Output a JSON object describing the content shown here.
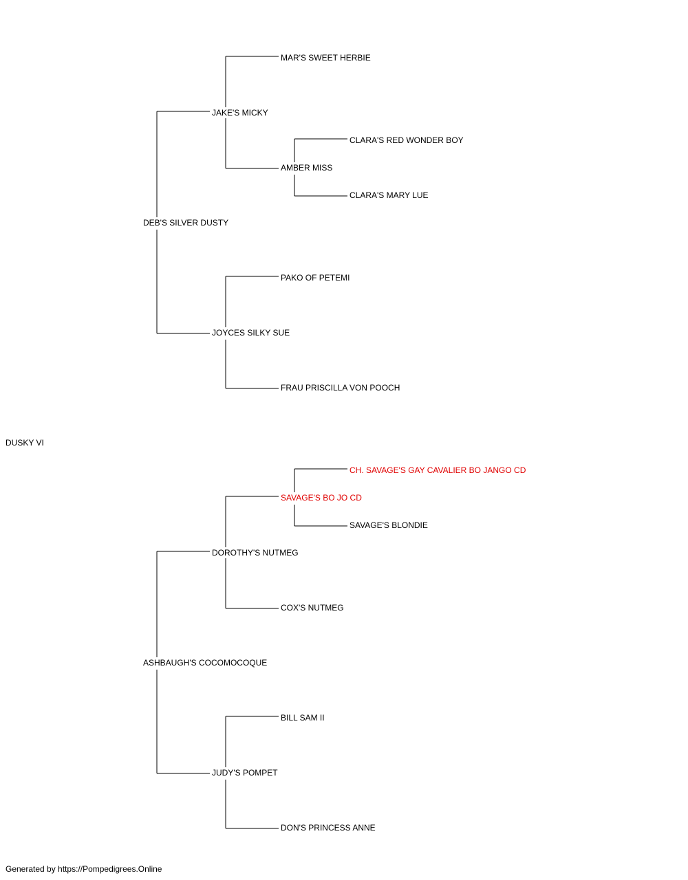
{
  "subject": "DUSKY VI",
  "sire": "DEB'S SILVER DUSTY",
  "dam": "ASHBAUGH'S COCOMOCOQUE",
  "ancestors": {
    "ss": "JAKE'S MICKY",
    "sd": "JOYCES SILKY SUE",
    "ds": "DOROTHY'S NUTMEG",
    "dd": "JUDY'S POMPET",
    "sss": "MAR'S SWEET HERBIE",
    "ssd": "AMBER MISS",
    "sds": "PAKO OF PETEMI",
    "sdd": "FRAU PRISCILLA VON POOCH",
    "dss": "SAVAGE'S BO JO CD",
    "dsd": "COX'S NUTMEG",
    "dds": "BILL SAM II",
    "ddd": "DON'S PRINCESS ANNE",
    "ssds": "CLARA'S RED WONDER BOY",
    "ssdd": "CLARA'S MARY LUE",
    "dsss": "CH. SAVAGE'S GAY CAVALIER BO JANGO CD",
    "dssd": "SAVAGE'S BLONDIE"
  },
  "colors": {
    "line": "#000000",
    "highlight": "#e00000"
  },
  "footer": "Generated by https://Pompedigrees.Online"
}
